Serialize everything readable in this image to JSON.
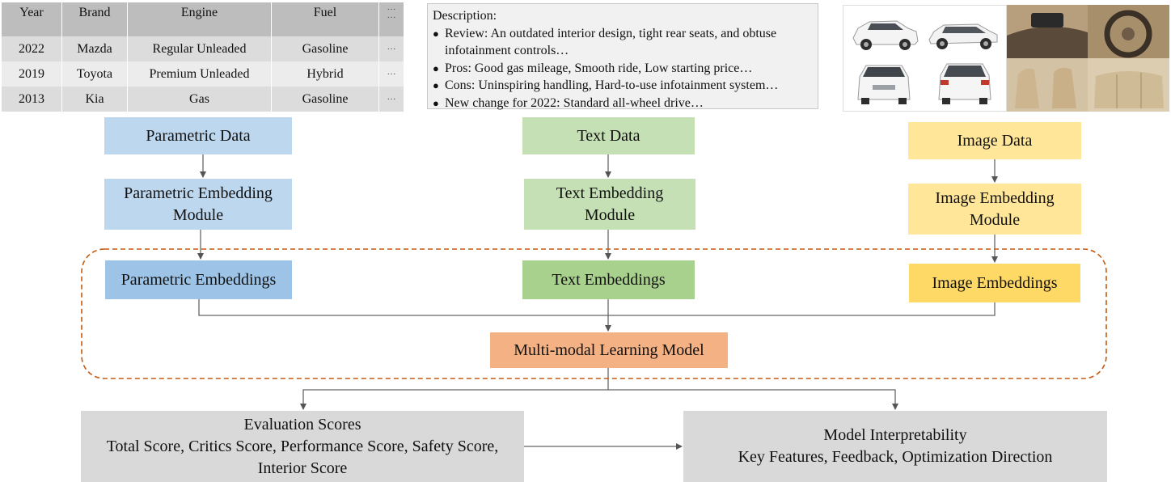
{
  "table": {
    "headers": [
      "Year",
      "Brand",
      "Engine",
      "Fuel"
    ],
    "ellipsis": "···",
    "rows": [
      [
        "2022",
        "Mazda",
        "Regular Unleaded",
        "Gasoline"
      ],
      [
        "2019",
        "Toyota",
        "Premium Unleaded",
        "Hybrid"
      ],
      [
        "2013",
        "Kia",
        "Gas",
        "Gasoline"
      ]
    ]
  },
  "description": {
    "heading": "Description:",
    "items": [
      "Review: An outdated interior design, tight rear seats, and obtuse infotainment controls…",
      "Pros: Good gas mileage, Smooth ride, Low starting price…",
      "Cons: Uninspiring handling, Hard-to-use infotainment system…",
      "New change for 2022: Standard all-wheel drive…"
    ]
  },
  "nodes": {
    "parametric_data": "Parametric Data",
    "parametric_module": "Parametric Embedding Module",
    "parametric_embeddings": "Parametric Embeddings",
    "text_data": "Text Data",
    "text_module": "Text Embedding Module",
    "text_embeddings": "Text Embeddings",
    "image_data": "Image Data",
    "image_module": "Image Embedding Module",
    "image_embeddings": "Image Embeddings",
    "multimodal": "Multi-modal Learning Model",
    "eval_title": "Evaluation Scores",
    "eval_body": "Total Score, Critics Score, Performance Score, Safety Score, Interior Score",
    "interp_title": "Model Interpretability",
    "interp_body": "Key Features, Feedback, Optimization Direction"
  },
  "colors": {
    "blue_light": "#bdd7ee",
    "blue": "#9dc3e6",
    "green_light": "#c5e0b4",
    "green": "#a9d18e",
    "yellow_light": "#ffe699",
    "yellow": "#ffd966",
    "orange": "#f4b183",
    "gray": "#d9d9d9",
    "dashed_border": "#c55a11"
  }
}
